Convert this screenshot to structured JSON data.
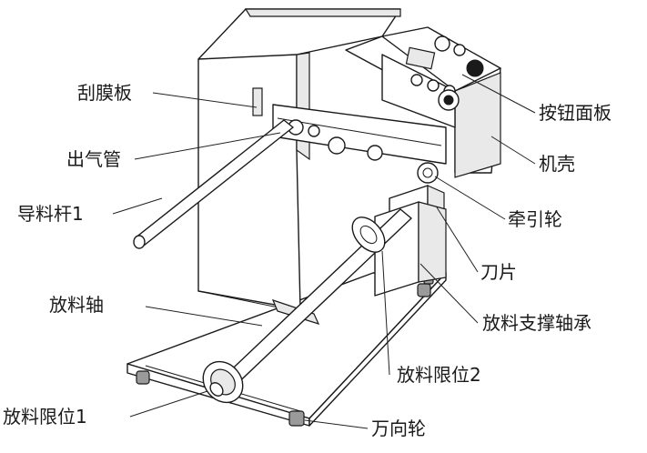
{
  "labels": {
    "scraper": "刮膜板",
    "exhaust_pipe": "出气管",
    "guide_rod": "导料杆1",
    "unwind_shaft": "放料轴",
    "unwind_limit_1": "放料限位1",
    "button_panel": "按钮面板",
    "housing": "机壳",
    "traction_wheel": "牵引轮",
    "blade": "刀片",
    "unwind_bearing": "放料支撑轴承",
    "unwind_limit_2": "放料限位2",
    "caster": "万向轮"
  }
}
